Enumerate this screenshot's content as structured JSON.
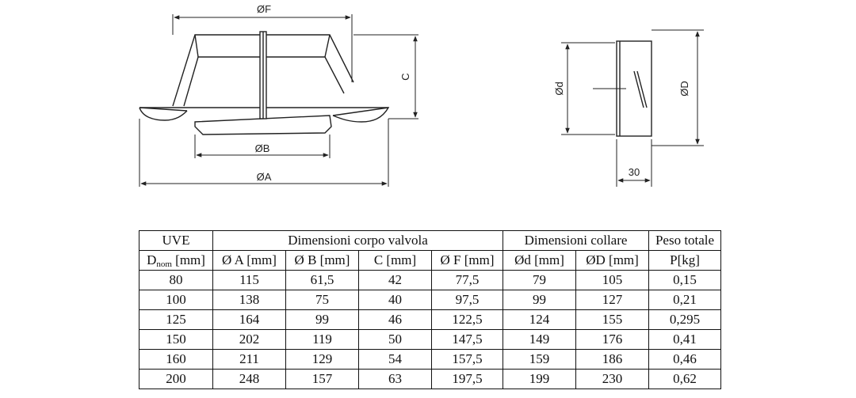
{
  "drawing": {
    "labels": {
      "dia_f": "ØF",
      "dia_b": "ØB",
      "dia_a": "ØA",
      "height_c": "C",
      "dia_d_small": "Ød",
      "dia_d_large": "ØD",
      "collar_len": "30"
    }
  },
  "table": {
    "group_headers": {
      "uve": "UVE",
      "body": "Dimensioni corpo valvola",
      "collar": "Dimensioni collare",
      "weight": "Peso totale"
    },
    "col_headers": {
      "d_main": "D",
      "d_sub": "nom",
      "d_unit": " [mm]",
      "a": "Ø A [mm]",
      "b": "Ø B [mm]",
      "c": "C [mm]",
      "f": "Ø F [mm]",
      "cd": "Ød [mm]",
      "cD": "ØD [mm]",
      "p": "P[kg]"
    },
    "rows": [
      [
        "80",
        "115",
        "61,5",
        "42",
        "77,5",
        "79",
        "105",
        "0,15"
      ],
      [
        "100",
        "138",
        "75",
        "40",
        "97,5",
        "99",
        "127",
        "0,21"
      ],
      [
        "125",
        "164",
        "99",
        "46",
        "122,5",
        "124",
        "155",
        "0,295"
      ],
      [
        "150",
        "202",
        "119",
        "50",
        "147,5",
        "149",
        "176",
        "0,41"
      ],
      [
        "160",
        "211",
        "129",
        "54",
        "157,5",
        "159",
        "186",
        "0,46"
      ],
      [
        "200",
        "248",
        "157",
        "63",
        "197,5",
        "199",
        "230",
        "0,62"
      ]
    ]
  }
}
